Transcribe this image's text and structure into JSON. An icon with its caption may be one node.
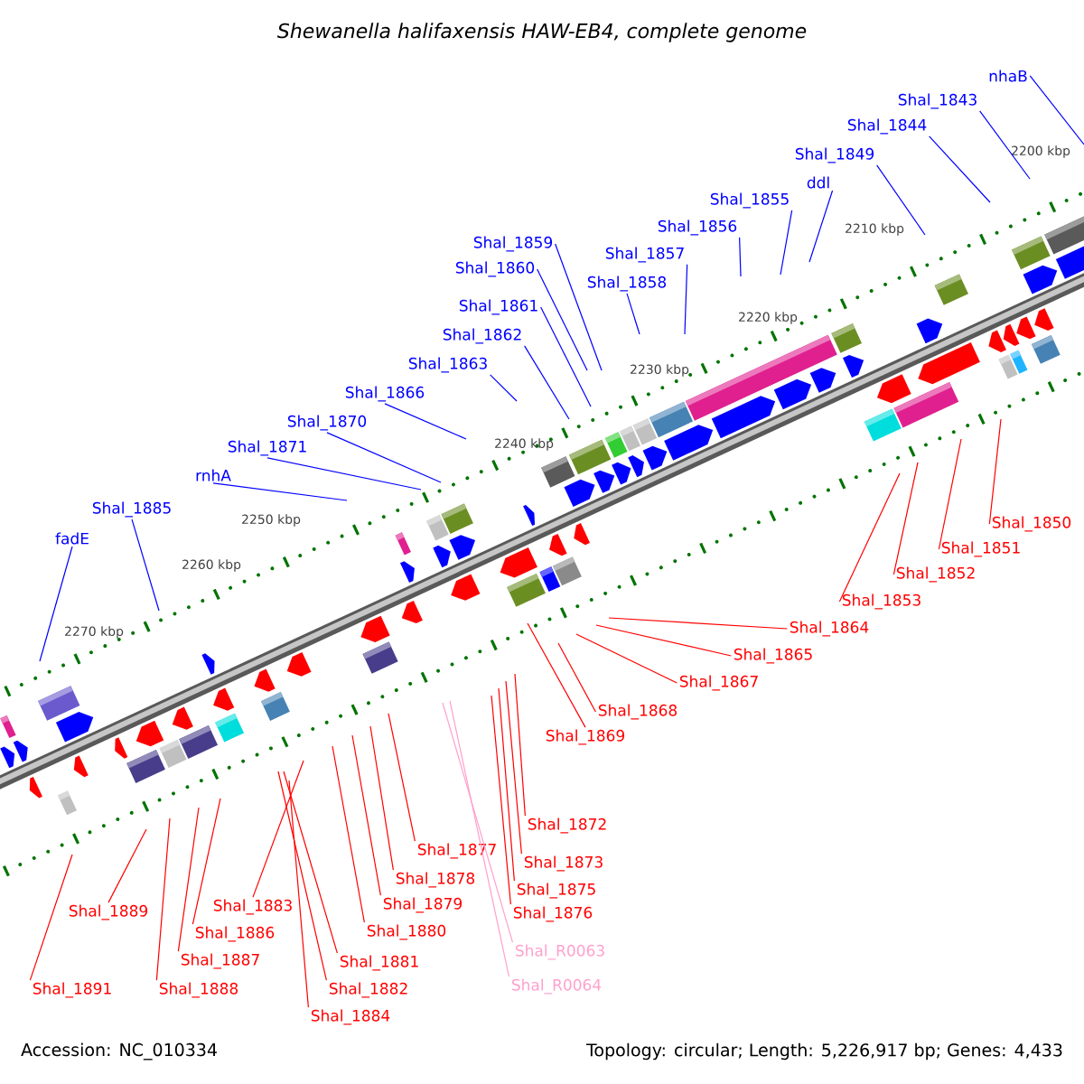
{
  "diagram": {
    "title": "Shewanella halifaxensis HAW-EB4, complete genome",
    "nodes": [
      {
        "text": [
          "nhaB"
        ]
      },
      {
        "text": [
          "Shal_1843"
        ]
      },
      {
        "text": [
          "Shal_1844"
        ]
      },
      {
        "text": [
          "Shal_1849"
        ]
      },
      {
        "text": [
          "ddl"
        ]
      },
      {
        "text": [
          "Shal_1855"
        ]
      },
      {
        "text": [
          "Shal_1856"
        ]
      },
      {
        "text": [
          "Shal_1857"
        ]
      },
      {
        "text": [
          "Shal_1858"
        ]
      },
      {
        "text": [
          "Shal_1859"
        ]
      },
      {
        "text": [
          "Shal_1860"
        ]
      },
      {
        "text": [
          "Shal_1861"
        ]
      },
      {
        "text": [
          "Shal_1862"
        ]
      },
      {
        "text": [
          "Shal_1863"
        ]
      },
      {
        "text": [
          "Shal_1866"
        ]
      },
      {
        "text": [
          "Shal_1870"
        ]
      },
      {
        "text": [
          "Shal_1871"
        ]
      },
      {
        "text": [
          "rnhA"
        ]
      },
      {
        "text": [
          "Shal_1885"
        ]
      },
      {
        "text": [
          "fadE"
        ]
      },
      {
        "text": [
          "Shal_1850"
        ]
      },
      {
        "text": [
          "Shal_1851"
        ]
      },
      {
        "text": [
          "Shal_1852"
        ]
      },
      {
        "text": [
          "Shal_1853"
        ]
      },
      {
        "text": [
          "Shal_1864"
        ]
      },
      {
        "text": [
          "Shal_1865"
        ]
      },
      {
        "text": [
          "Shal_1867"
        ]
      },
      {
        "text": [
          "Shal_1868"
        ]
      },
      {
        "text": [
          "Shal_1869"
        ]
      },
      {
        "text": [
          "Shal_1872"
        ]
      },
      {
        "text": [
          "Shal_1873"
        ]
      },
      {
        "text": [
          "Shal_1875"
        ]
      },
      {
        "text": [
          "Shal_1876"
        ]
      },
      {
        "text": [
          "Shal_1877"
        ]
      },
      {
        "text": [
          "Shal_1878"
        ]
      },
      {
        "text": [
          "Shal_1879"
        ]
      },
      {
        "text": [
          "Shal_1883"
        ]
      },
      {
        "text": [
          "Shal_1889"
        ]
      },
      {
        "text": [
          "Shal_1880"
        ]
      },
      {
        "text": [
          "Shal_1886"
        ]
      },
      {
        "text": [
          "Shal_1881"
        ]
      },
      {
        "text": [
          "Shal_1887"
        ]
      },
      {
        "text": [
          "Shal_1882"
        ]
      },
      {
        "text": [
          "Shal_1888"
        ]
      },
      {
        "text": [
          "Shal_1891"
        ]
      },
      {
        "text": [
          "Shal_1884"
        ]
      },
      {
        "text": [
          "Shal_R0063"
        ]
      },
      {
        "text": [
          "Shal_R0064"
        ]
      }
    ],
    "edges": [
      {
        "from": 0,
        "to": null,
        "arrow": "none",
        "color": "#0000ff"
      },
      {
        "from": 1,
        "to": null,
        "arrow": "none",
        "color": "#0000ff"
      },
      {
        "from": 2,
        "to": null,
        "arrow": "none",
        "color": "#0000ff"
      },
      {
        "from": 3,
        "to": null,
        "arrow": "none",
        "color": "#0000ff"
      },
      {
        "from": 4,
        "to": null,
        "arrow": "none",
        "color": "#0000ff"
      },
      {
        "from": 5,
        "to": null,
        "arrow": "none",
        "color": "#0000ff"
      },
      {
        "from": 6,
        "to": null,
        "arrow": "none",
        "color": "#0000ff"
      },
      {
        "from": 7,
        "to": null,
        "arrow": "none",
        "color": "#0000ff"
      },
      {
        "from": 8,
        "to": null,
        "arrow": "none",
        "color": "#0000ff"
      },
      {
        "from": 9,
        "to": null,
        "arrow": "none",
        "color": "#0000ff"
      },
      {
        "from": 10,
        "to": null,
        "arrow": "none",
        "color": "#0000ff"
      },
      {
        "from": 11,
        "to": null,
        "arrow": "none",
        "color": "#0000ff"
      },
      {
        "from": 12,
        "to": null,
        "arrow": "none",
        "color": "#0000ff"
      },
      {
        "from": 13,
        "to": null,
        "arrow": "none",
        "color": "#0000ff"
      },
      {
        "from": 14,
        "to": null,
        "arrow": "none",
        "color": "#0000ff"
      },
      {
        "from": 15,
        "to": null,
        "arrow": "none",
        "color": "#0000ff"
      },
      {
        "from": 16,
        "to": null,
        "arrow": "none",
        "color": "#0000ff"
      },
      {
        "from": 17,
        "to": null,
        "arrow": "none",
        "color": "#0000ff"
      },
      {
        "from": 18,
        "to": null,
        "arrow": "none",
        "color": "#0000ff"
      },
      {
        "from": 19,
        "to": null,
        "arrow": "none",
        "color": "#0000ff"
      },
      {
        "from": 20,
        "to": null,
        "arrow": "none"
      },
      {
        "from": 21,
        "to": null,
        "arrow": "none"
      },
      {
        "from": 22,
        "to": null,
        "arrow": "none"
      },
      {
        "from": 23,
        "to": null,
        "arrow": "none"
      },
      {
        "from": 24,
        "to": null,
        "arrow": "none"
      },
      {
        "from": 25,
        "to": null,
        "arrow": "none"
      },
      {
        "from": 26,
        "to": null,
        "arrow": "none"
      },
      {
        "from": 27,
        "to": null,
        "arrow": "none"
      },
      {
        "from": 28,
        "to": null,
        "arrow": "none"
      },
      {
        "from": 29,
        "to": null,
        "arrow": "none"
      },
      {
        "from": 30,
        "to": null,
        "arrow": "none"
      },
      {
        "from": 31,
        "to": null,
        "arrow": "none"
      },
      {
        "from": 32,
        "to": null,
        "arrow": "none"
      },
      {
        "from": 33,
        "to": null,
        "arrow": "none"
      },
      {
        "from": 34,
        "to": null,
        "arrow": "none"
      },
      {
        "from": 35,
        "to": null,
        "arrow": "none"
      },
      {
        "from": 36,
        "to": null,
        "arrow": "none"
      },
      {
        "from": 37,
        "to": null,
        "arrow": "none"
      },
      {
        "from": 38,
        "to": null,
        "arrow": "none"
      },
      {
        "from": 39,
        "to": null,
        "arrow": "none"
      },
      {
        "from": 40,
        "to": null,
        "arrow": "none"
      },
      {
        "from": 41,
        "to": null,
        "arrow": "none"
      },
      {
        "from": 42,
        "to": null,
        "arrow": "none"
      },
      {
        "from": 43,
        "to": null,
        "arrow": "none"
      },
      {
        "from": 44,
        "to": null,
        "arrow": "none"
      },
      {
        "from": 45,
        "to": null,
        "arrow": "none"
      },
      {
        "from": 46,
        "to": null,
        "arrow": "none",
        "color": "#ffa0cc"
      },
      {
        "from": 47,
        "to": null,
        "arrow": "none",
        "color": "#ffa0cc"
      }
    ],
    "labels": [
      "2200 kbp",
      "2210 kbp",
      "2220 kbp",
      "2230 kbp",
      "2240 kbp",
      "2250 kbp",
      "2260 kbp",
      "2270 kbp",
      "Accession: NC_010334",
      "Topology: circular; Length: 5,226,917 bp; Genes: 4,433"
    ]
  }
}
